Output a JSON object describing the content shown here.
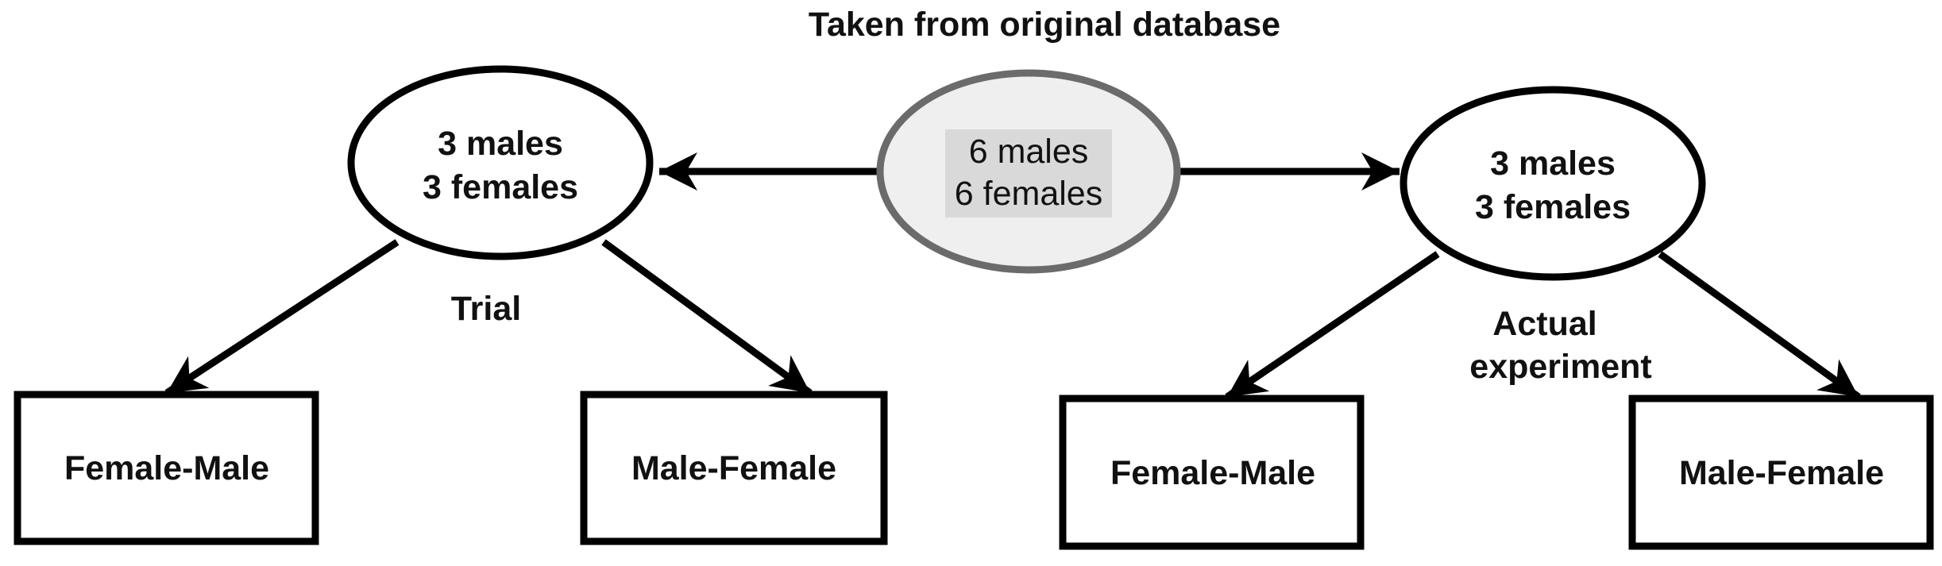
{
  "header": {
    "title": "Taken from original database"
  },
  "source": {
    "line1": "6 males",
    "line2": "6 females"
  },
  "trial": {
    "group": {
      "line1": "3 males",
      "line2": "3 females"
    },
    "label": "Trial",
    "left_box": "Female-Male",
    "right_box": "Male-Female"
  },
  "experiment": {
    "group": {
      "line1": "3 males",
      "line2": "3 females"
    },
    "label_line1": "Actual",
    "label_line2": "experiment",
    "left_box": "Female-Male",
    "right_box": "Male-Female"
  },
  "colors": {
    "stroke": "#000000",
    "source_fill": "#efefef",
    "source_stroke": "#6b6b6b",
    "source_text_highlight": "#d9d9d9"
  }
}
